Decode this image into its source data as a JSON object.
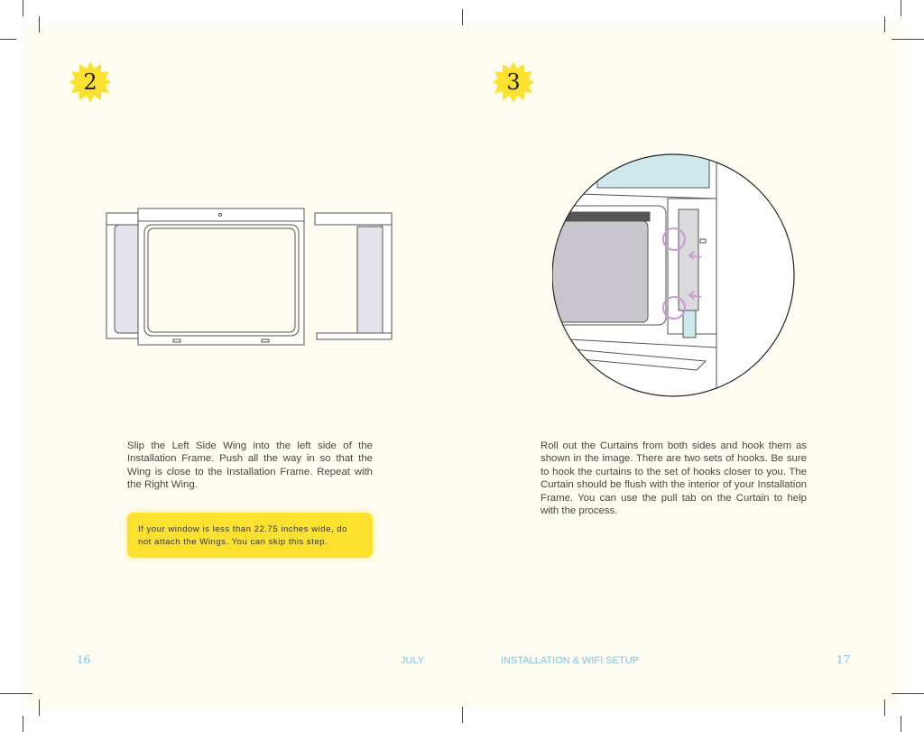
{
  "left_page": {
    "step": "2",
    "instructions": "Slip the Left Side Wing into the left side of the Installation Frame. Push all the way in so that the Wing is close to the Installation Frame. Repeat with the Right Wing.",
    "note": "If your window is less than 22.75 inches wide, do not attach the Wings. You can skip this step.",
    "page_number": "16",
    "footer": "JULY"
  },
  "right_page": {
    "step": "3",
    "instructions": "Roll out the Curtains from both sides and hook them as shown in the image. There are two sets of hooks. Be sure to hook the curtains to the set of hooks closer to you. The Curtain should be flush with the interior of your Installation Frame. You can use the pull tab on the Curtain to help with the process.",
    "page_number": "17",
    "footer": "INSTALLATION & WIFI SETUP"
  },
  "colors": {
    "badge": "#fde12f",
    "accent": "#7fc4e0",
    "hook": "#c99bd0"
  }
}
